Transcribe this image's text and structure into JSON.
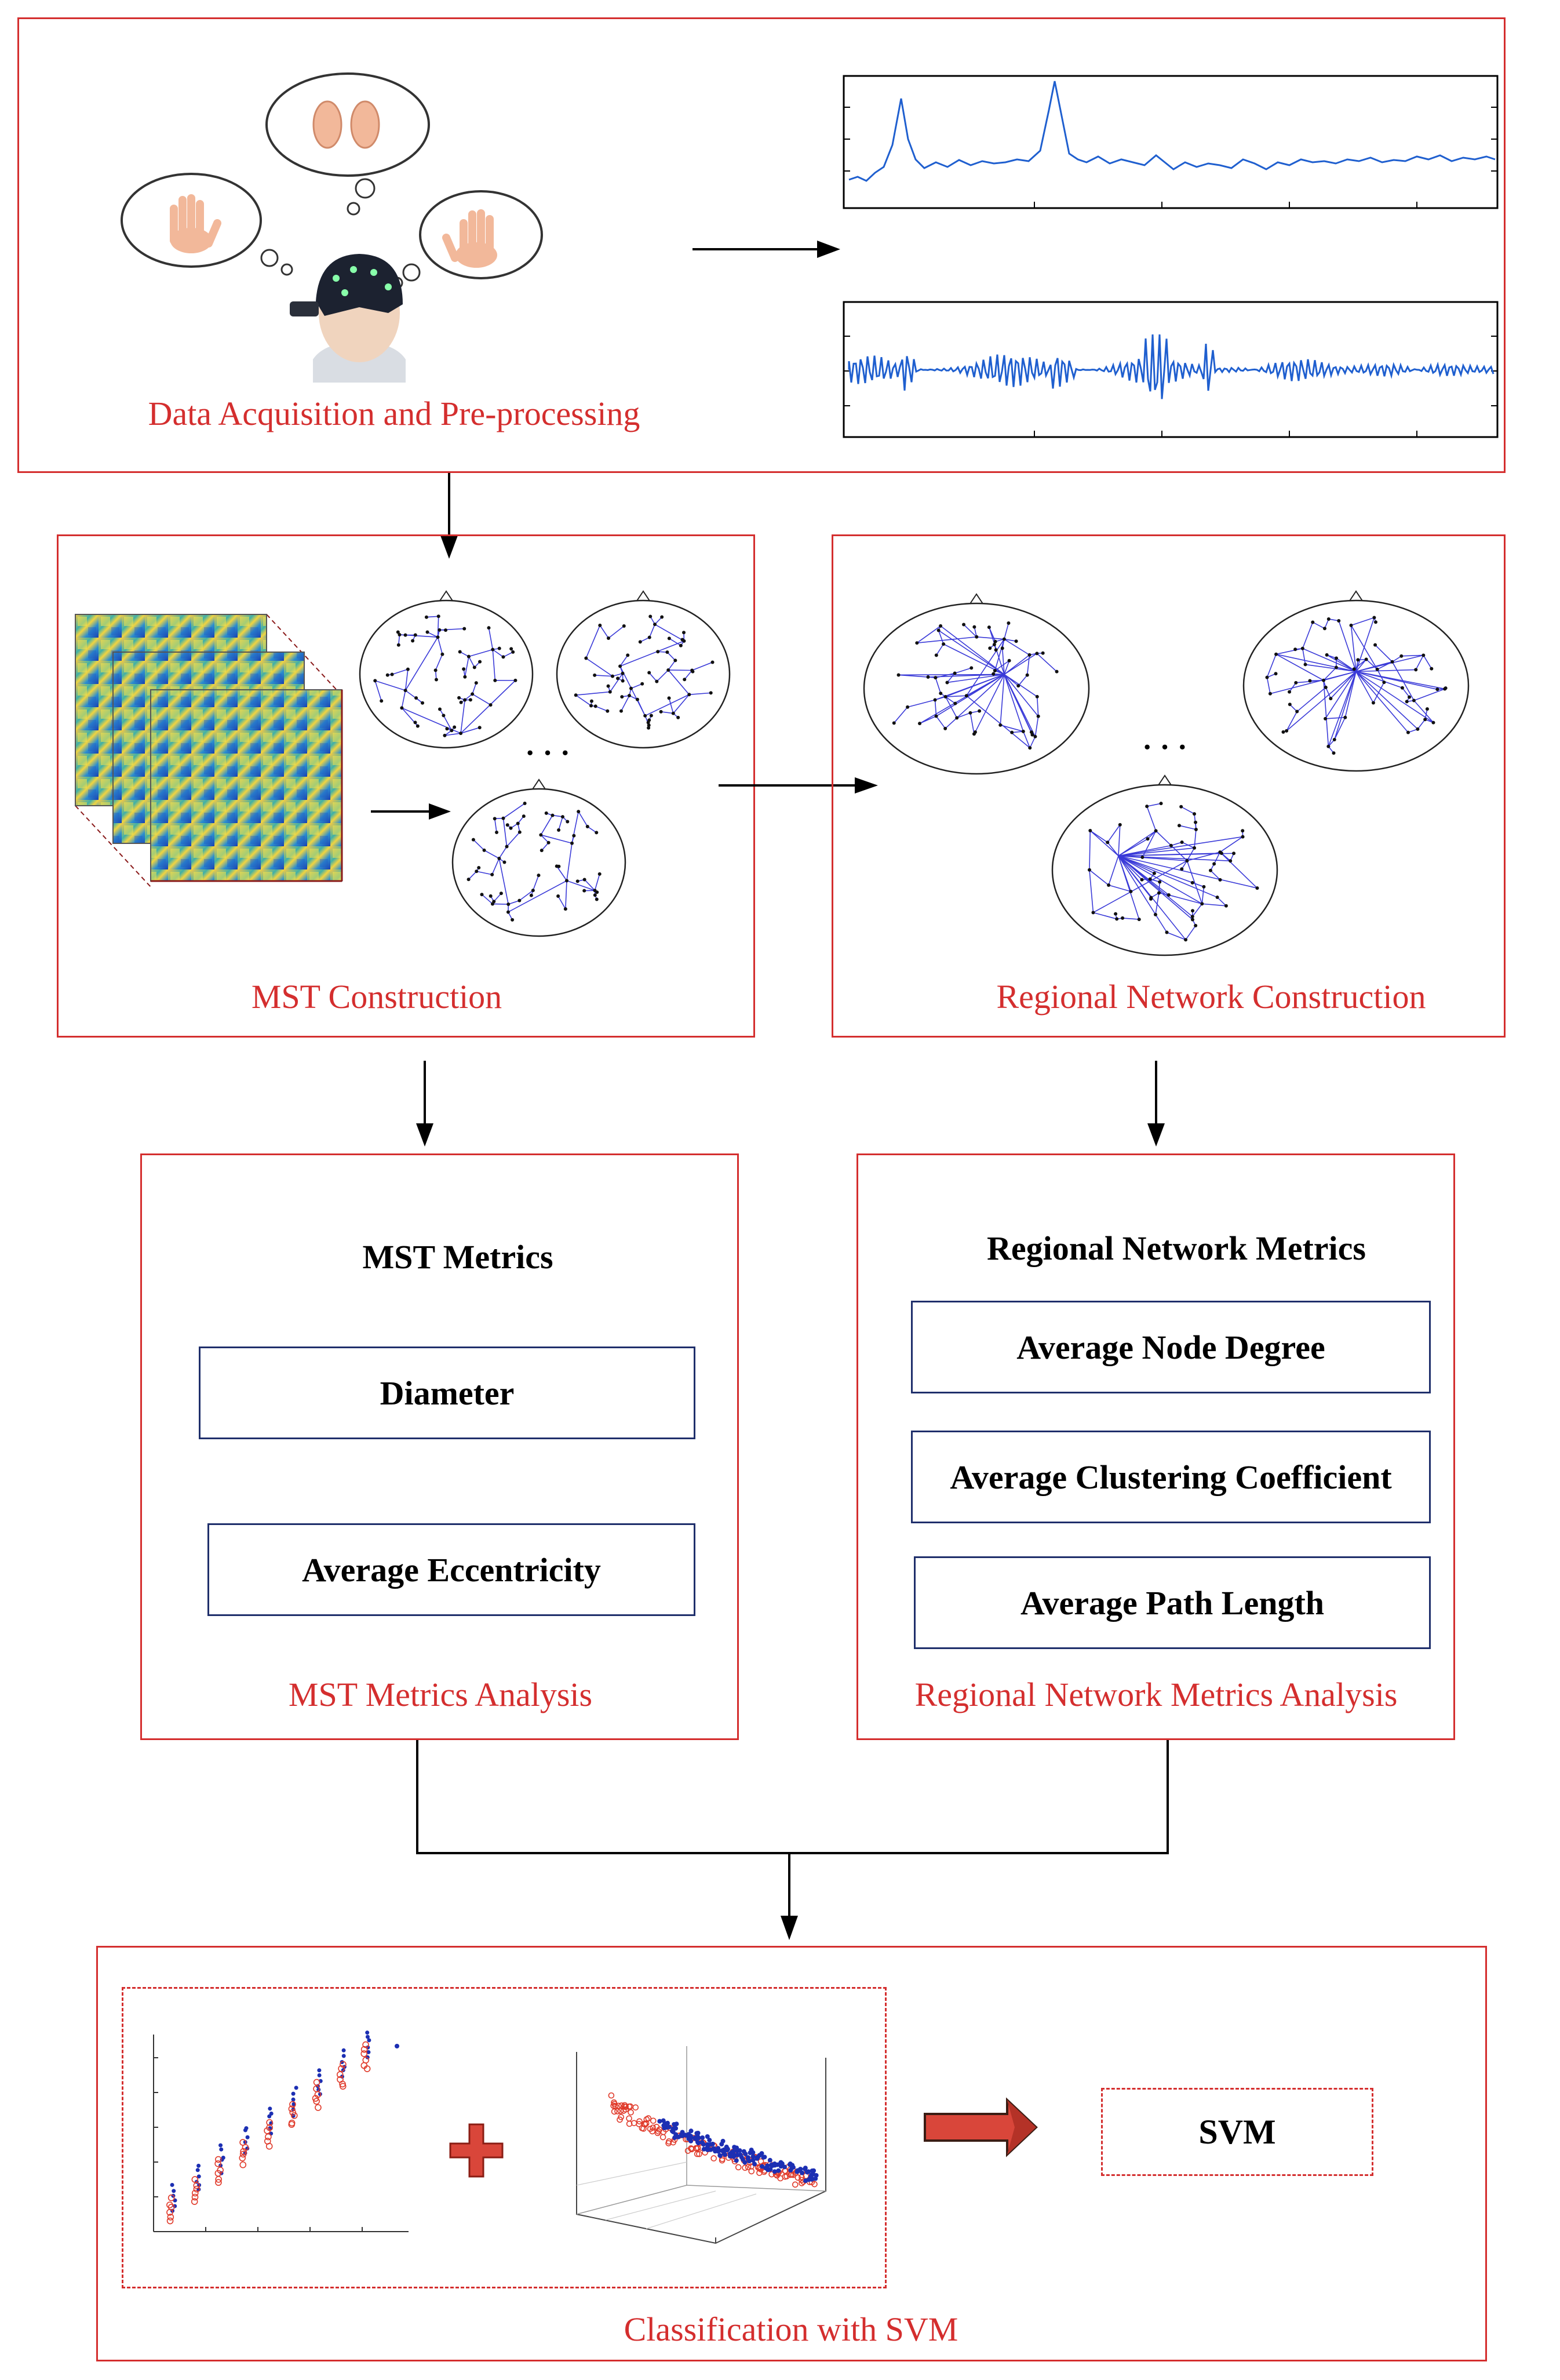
{
  "sections": {
    "acquisition": {
      "label": "Data Acquisition and Pre-processing"
    },
    "mst_construction": {
      "label": "MST Construction",
      "ellipsis": "· · ·"
    },
    "regional_construction": {
      "label": "Regional Network Construction",
      "ellipsis": "· · ·"
    },
    "mst_metrics": {
      "heading": "MST Metrics",
      "items": [
        "Diameter",
        "Average Eccentricity"
      ],
      "label": "MST Metrics Analysis"
    },
    "regional_metrics": {
      "heading": "Regional Network Metrics",
      "items": [
        "Average Node Degree",
        "Average Clustering Coefficient",
        "Average Path Length"
      ],
      "label": "Regional Network Metrics Analysis"
    },
    "classification": {
      "classifier": "SVM",
      "label": "Classification with SVM"
    }
  },
  "colors": {
    "accent_red": "#d42e2e",
    "box_navy": "#1f2f6b",
    "network_blue": "#3a3ad8",
    "signal_blue": "#1f5fcf",
    "plot_red": "#e03a2a",
    "plot_blue": "#1c2fb3"
  }
}
